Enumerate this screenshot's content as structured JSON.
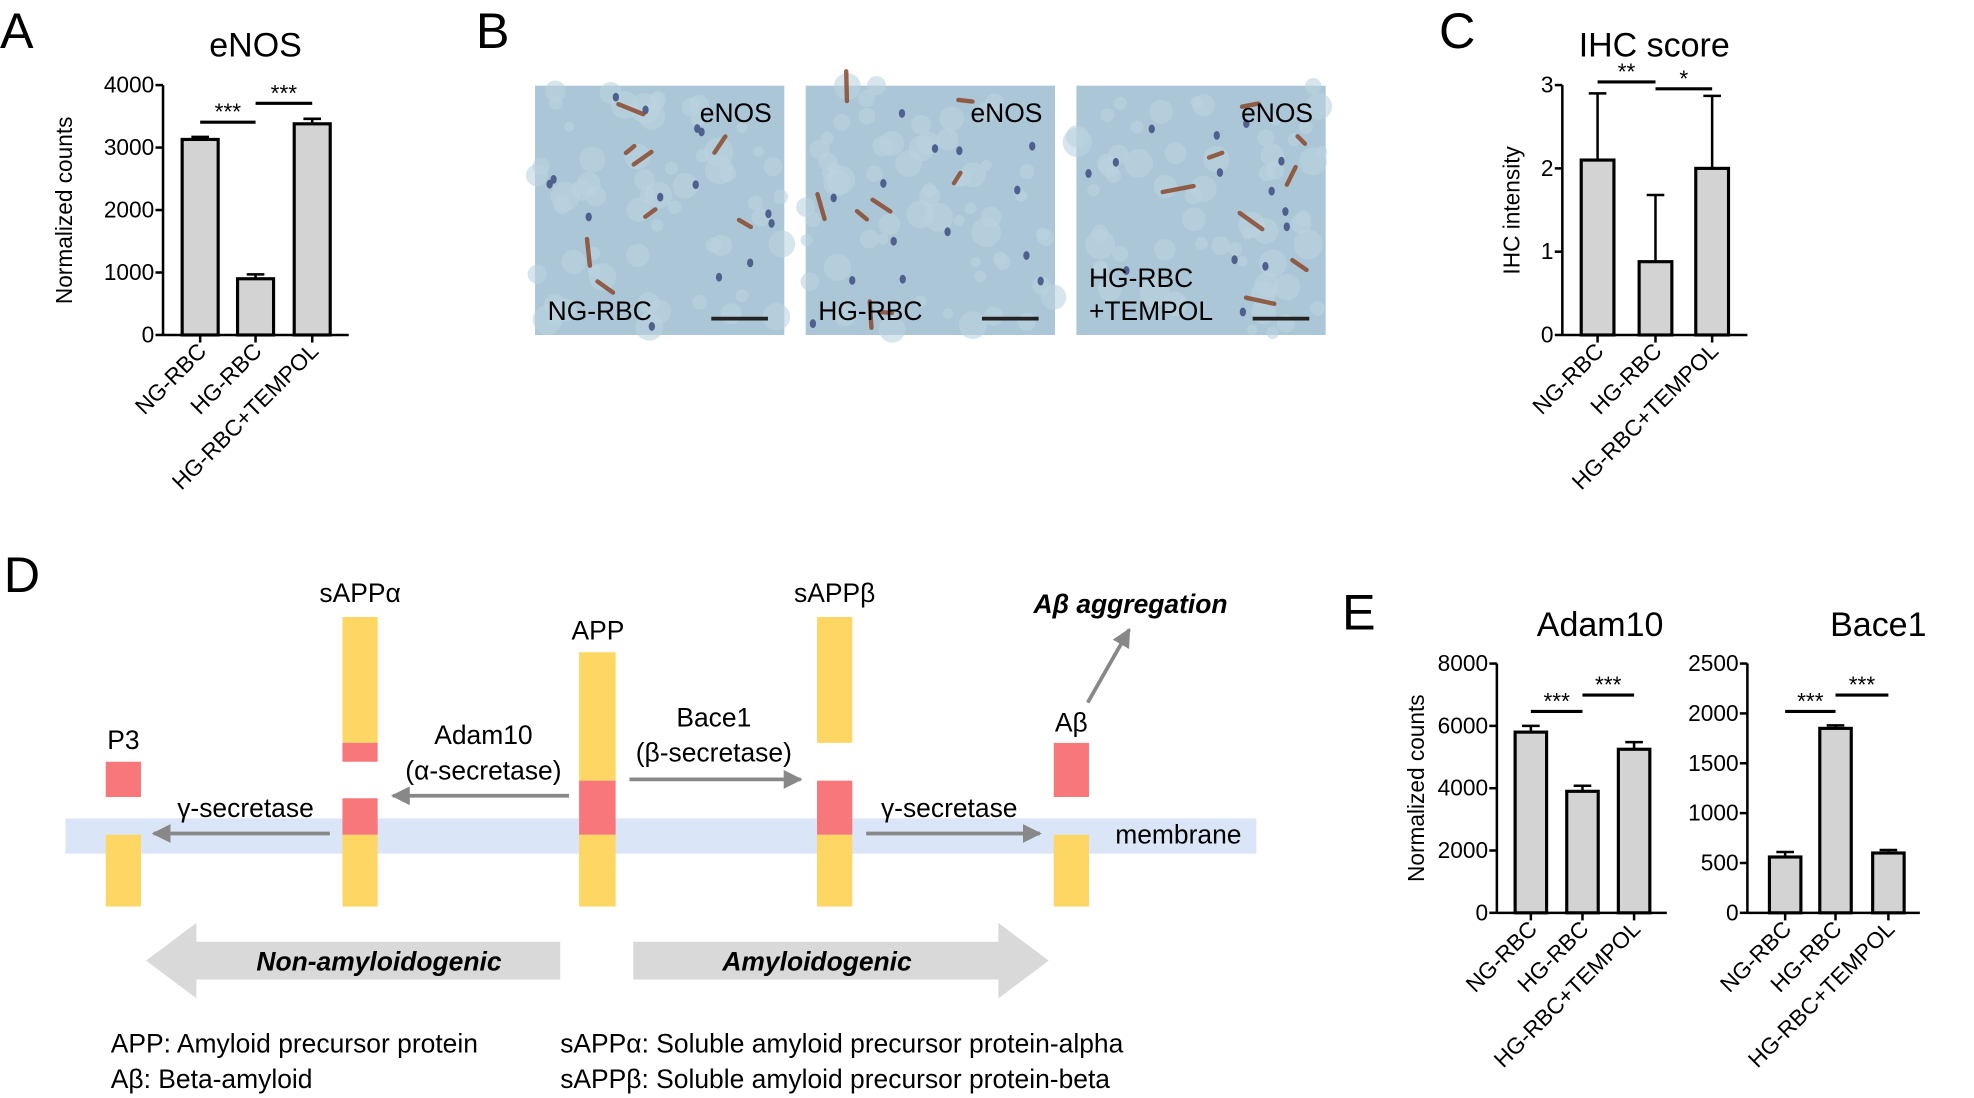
{
  "panel_labels": {
    "a": "A",
    "b": "B",
    "c": "C",
    "d": "D",
    "e": "E"
  },
  "chart_data": [
    {
      "id": "A",
      "type": "bar",
      "title": "eNOS",
      "ylabel": "Normalized counts",
      "xlabel": "",
      "categories": [
        "NG-RBC",
        "HG-RBC",
        "HG-RBC+TEMPOL"
      ],
      "values": [
        3130,
        900,
        3380
      ],
      "errors": [
        40,
        70,
        80
      ],
      "ylim": [
        0,
        4000
      ],
      "yticks": [
        "0",
        "1000",
        "2000",
        "3000",
        "4000"
      ],
      "significance": [
        {
          "from": 0,
          "to": 1,
          "label": "***"
        },
        {
          "from": 1,
          "to": 2,
          "label": "***"
        }
      ],
      "grid": false
    },
    {
      "id": "C",
      "type": "bar",
      "title": "IHC score",
      "ylabel": "IHC intensity",
      "xlabel": "",
      "categories": [
        "NG-RBC",
        "HG-RBC",
        "HG-RBC+TEMPOL"
      ],
      "values": [
        2.1,
        0.88,
        2.0
      ],
      "errors": [
        0.8,
        0.8,
        0.87
      ],
      "ylim": [
        0,
        3
      ],
      "yticks": [
        "0",
        "1",
        "2",
        "3"
      ],
      "significance": [
        {
          "from": 0,
          "to": 1,
          "label": "**"
        },
        {
          "from": 1,
          "to": 2,
          "label": "*"
        }
      ],
      "grid": false
    },
    {
      "id": "E1",
      "type": "bar",
      "title": "Adam10",
      "ylabel": "Normalized counts",
      "xlabel": "",
      "categories": [
        "NG-RBC",
        "HG-RBC",
        "HG-RBC+TEMPOL"
      ],
      "values": [
        5800,
        3900,
        5250
      ],
      "errors": [
        200,
        180,
        230
      ],
      "ylim": [
        0,
        8000
      ],
      "yticks": [
        "0",
        "2000",
        "4000",
        "6000",
        "8000"
      ],
      "significance": [
        {
          "from": 0,
          "to": 1,
          "label": "***"
        },
        {
          "from": 1,
          "to": 2,
          "label": "***"
        }
      ],
      "grid": false
    },
    {
      "id": "E2",
      "type": "bar",
      "title": "Bace1",
      "ylabel": "",
      "xlabel": "",
      "categories": [
        "NG-RBC",
        "HG-RBC",
        "HG-RBC+TEMPOL"
      ],
      "values": [
        560,
        1850,
        600
      ],
      "errors": [
        50,
        30,
        30
      ],
      "ylim": [
        0,
        2500
      ],
      "yticks": [
        "0",
        "500",
        "1000",
        "1500",
        "2000",
        "2500"
      ],
      "significance": [
        {
          "from": 0,
          "to": 1,
          "label": "***"
        },
        {
          "from": 1,
          "to": 2,
          "label": "***"
        }
      ],
      "grid": false
    }
  ],
  "micrographs": [
    {
      "stain": "eNOS",
      "label": [
        "NG-RBC"
      ]
    },
    {
      "stain": "eNOS",
      "label": [
        "HG-RBC"
      ]
    },
    {
      "stain": "eNOS",
      "label": [
        "HG-RBC",
        "+TEMPOL"
      ]
    }
  ],
  "diagram": {
    "p3": "P3",
    "sappa": "sAPPα",
    "app": "APP",
    "sappb": "sAPPβ",
    "abeta": "Aβ",
    "aggregation": "Aβ aggregation",
    "adam10": "Adam10",
    "alpha_secretase": "(α-secretase)",
    "bace1": "Bace1",
    "beta_secretase": "(β-secretase)",
    "gamma_left": "γ-secretase",
    "gamma_right": "γ-secretase",
    "membrane": "membrane",
    "non_amyloidogenic": "Non-amyloidogenic",
    "amyloidogenic": "Amyloidogenic",
    "legend": [
      "APP: Amyloid precursor protein",
      "Aβ: Beta-amyloid",
      "sAPPα: Soluble amyloid precursor protein-alpha",
      "sAPPβ: Soluble amyloid precursor protein-beta"
    ],
    "colors": {
      "yellow": "#fdd663",
      "red": "#f7777a",
      "membrane": "#dae6f7",
      "arrow": "#888888",
      "big_arrow": "#d9d9d9"
    }
  }
}
